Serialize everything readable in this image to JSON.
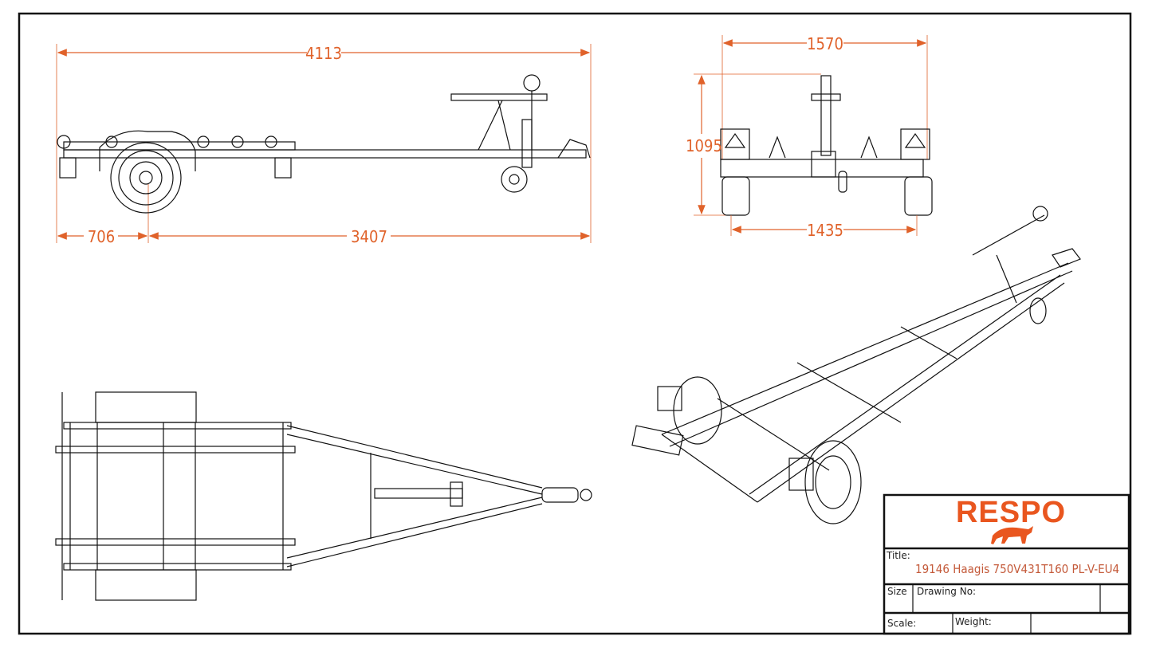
{
  "colors": {
    "dimension": "#e0622a",
    "line": "#111111",
    "logo": "#e9561f"
  },
  "dimensions": {
    "side_overall_length": "4113",
    "side_rear_overhang": "706",
    "side_axle_to_coupling": "3407",
    "front_overall_width": "1570",
    "front_height": "1095",
    "front_track_width": "1435"
  },
  "title_block": {
    "logo_text": "RESPO",
    "title_label": "Title:",
    "title_value": "19146 Haagis 750V431T160 PL-V-EU4",
    "size_label": "Size",
    "drawing_no_label": "Drawing No:",
    "scale_label": "Scale:",
    "weight_label": "Weight:"
  }
}
